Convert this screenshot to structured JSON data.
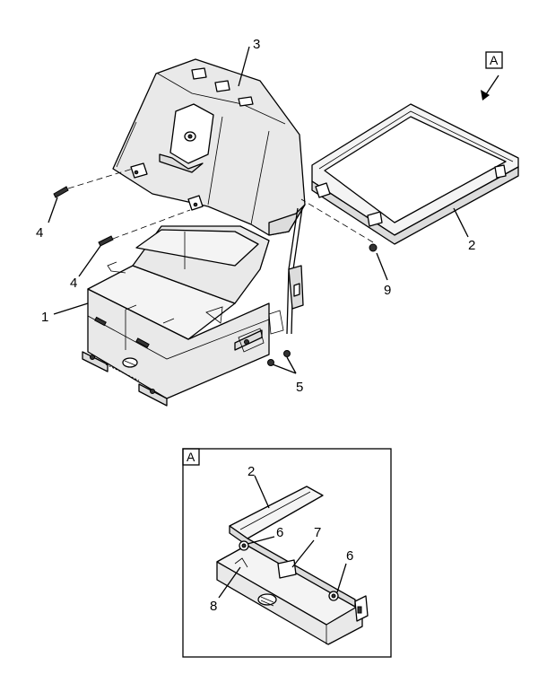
{
  "callouts": {
    "c1": "1",
    "c2": "2",
    "c3": "3",
    "c4a": "4",
    "c4b": "4",
    "c5": "5",
    "c9": "9",
    "d2": "2",
    "d6a": "6",
    "d6b": "6",
    "d7": "7",
    "d8": "8"
  },
  "views": {
    "ref_label": "A",
    "detail_label": "A"
  }
}
